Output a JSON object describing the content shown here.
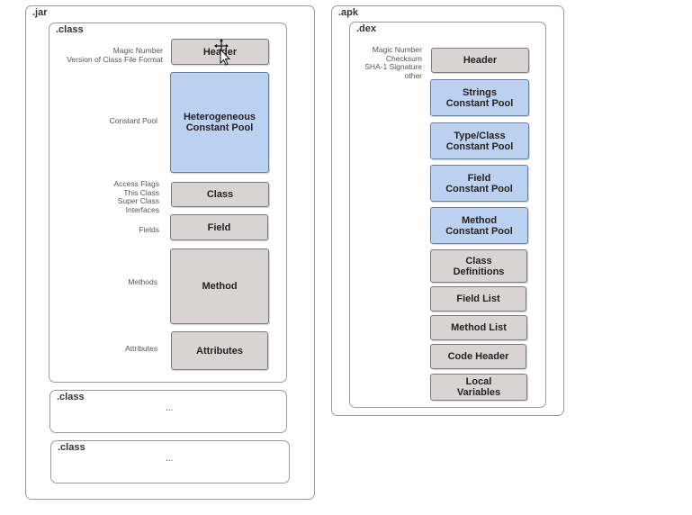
{
  "jar": {
    "title": ".jar",
    "class_file": {
      "title": ".class",
      "blocks": {
        "header": "Header",
        "constant_pool": "Heterogeneous\nConstant Pool",
        "class": "Class",
        "field": "Field",
        "method": "Method",
        "attributes": "Attributes"
      },
      "labels": {
        "header": "Magic Number\nVersion of Class File Format",
        "constant_pool": "Constant Pool",
        "class": "Access Flags\nThis Class\nSuper Class\nInterfaces",
        "field": "Fields",
        "method": "Methods",
        "attributes": "Attributes"
      }
    },
    "class_2": {
      "title": ".class",
      "content": "..."
    },
    "class_3": {
      "title": ".class",
      "content": "..."
    }
  },
  "apk": {
    "title": ".apk",
    "dex_file": {
      "title": ".dex",
      "header_label": "Magic Number\nChecksum\nSHA-1 Signature\nother",
      "blocks": {
        "header": "Header",
        "strings": "Strings\nConstant Pool",
        "type_class": "Type/Class\nConstant Pool",
        "field": "Field\nConstant Pool",
        "method": "Method\nConstant Pool",
        "class_defs": "Class\nDefinitions",
        "field_list": "Field List",
        "method_list": "Method List",
        "code_header": "Code Header",
        "local_vars": "Local\nVariables"
      }
    }
  },
  "colors": {
    "gray_block": "#d9d4d4",
    "blue_block": "#bcd0f0",
    "border": "#9a9a9a"
  },
  "icons": {
    "cursor": "move-cursor-icon"
  }
}
